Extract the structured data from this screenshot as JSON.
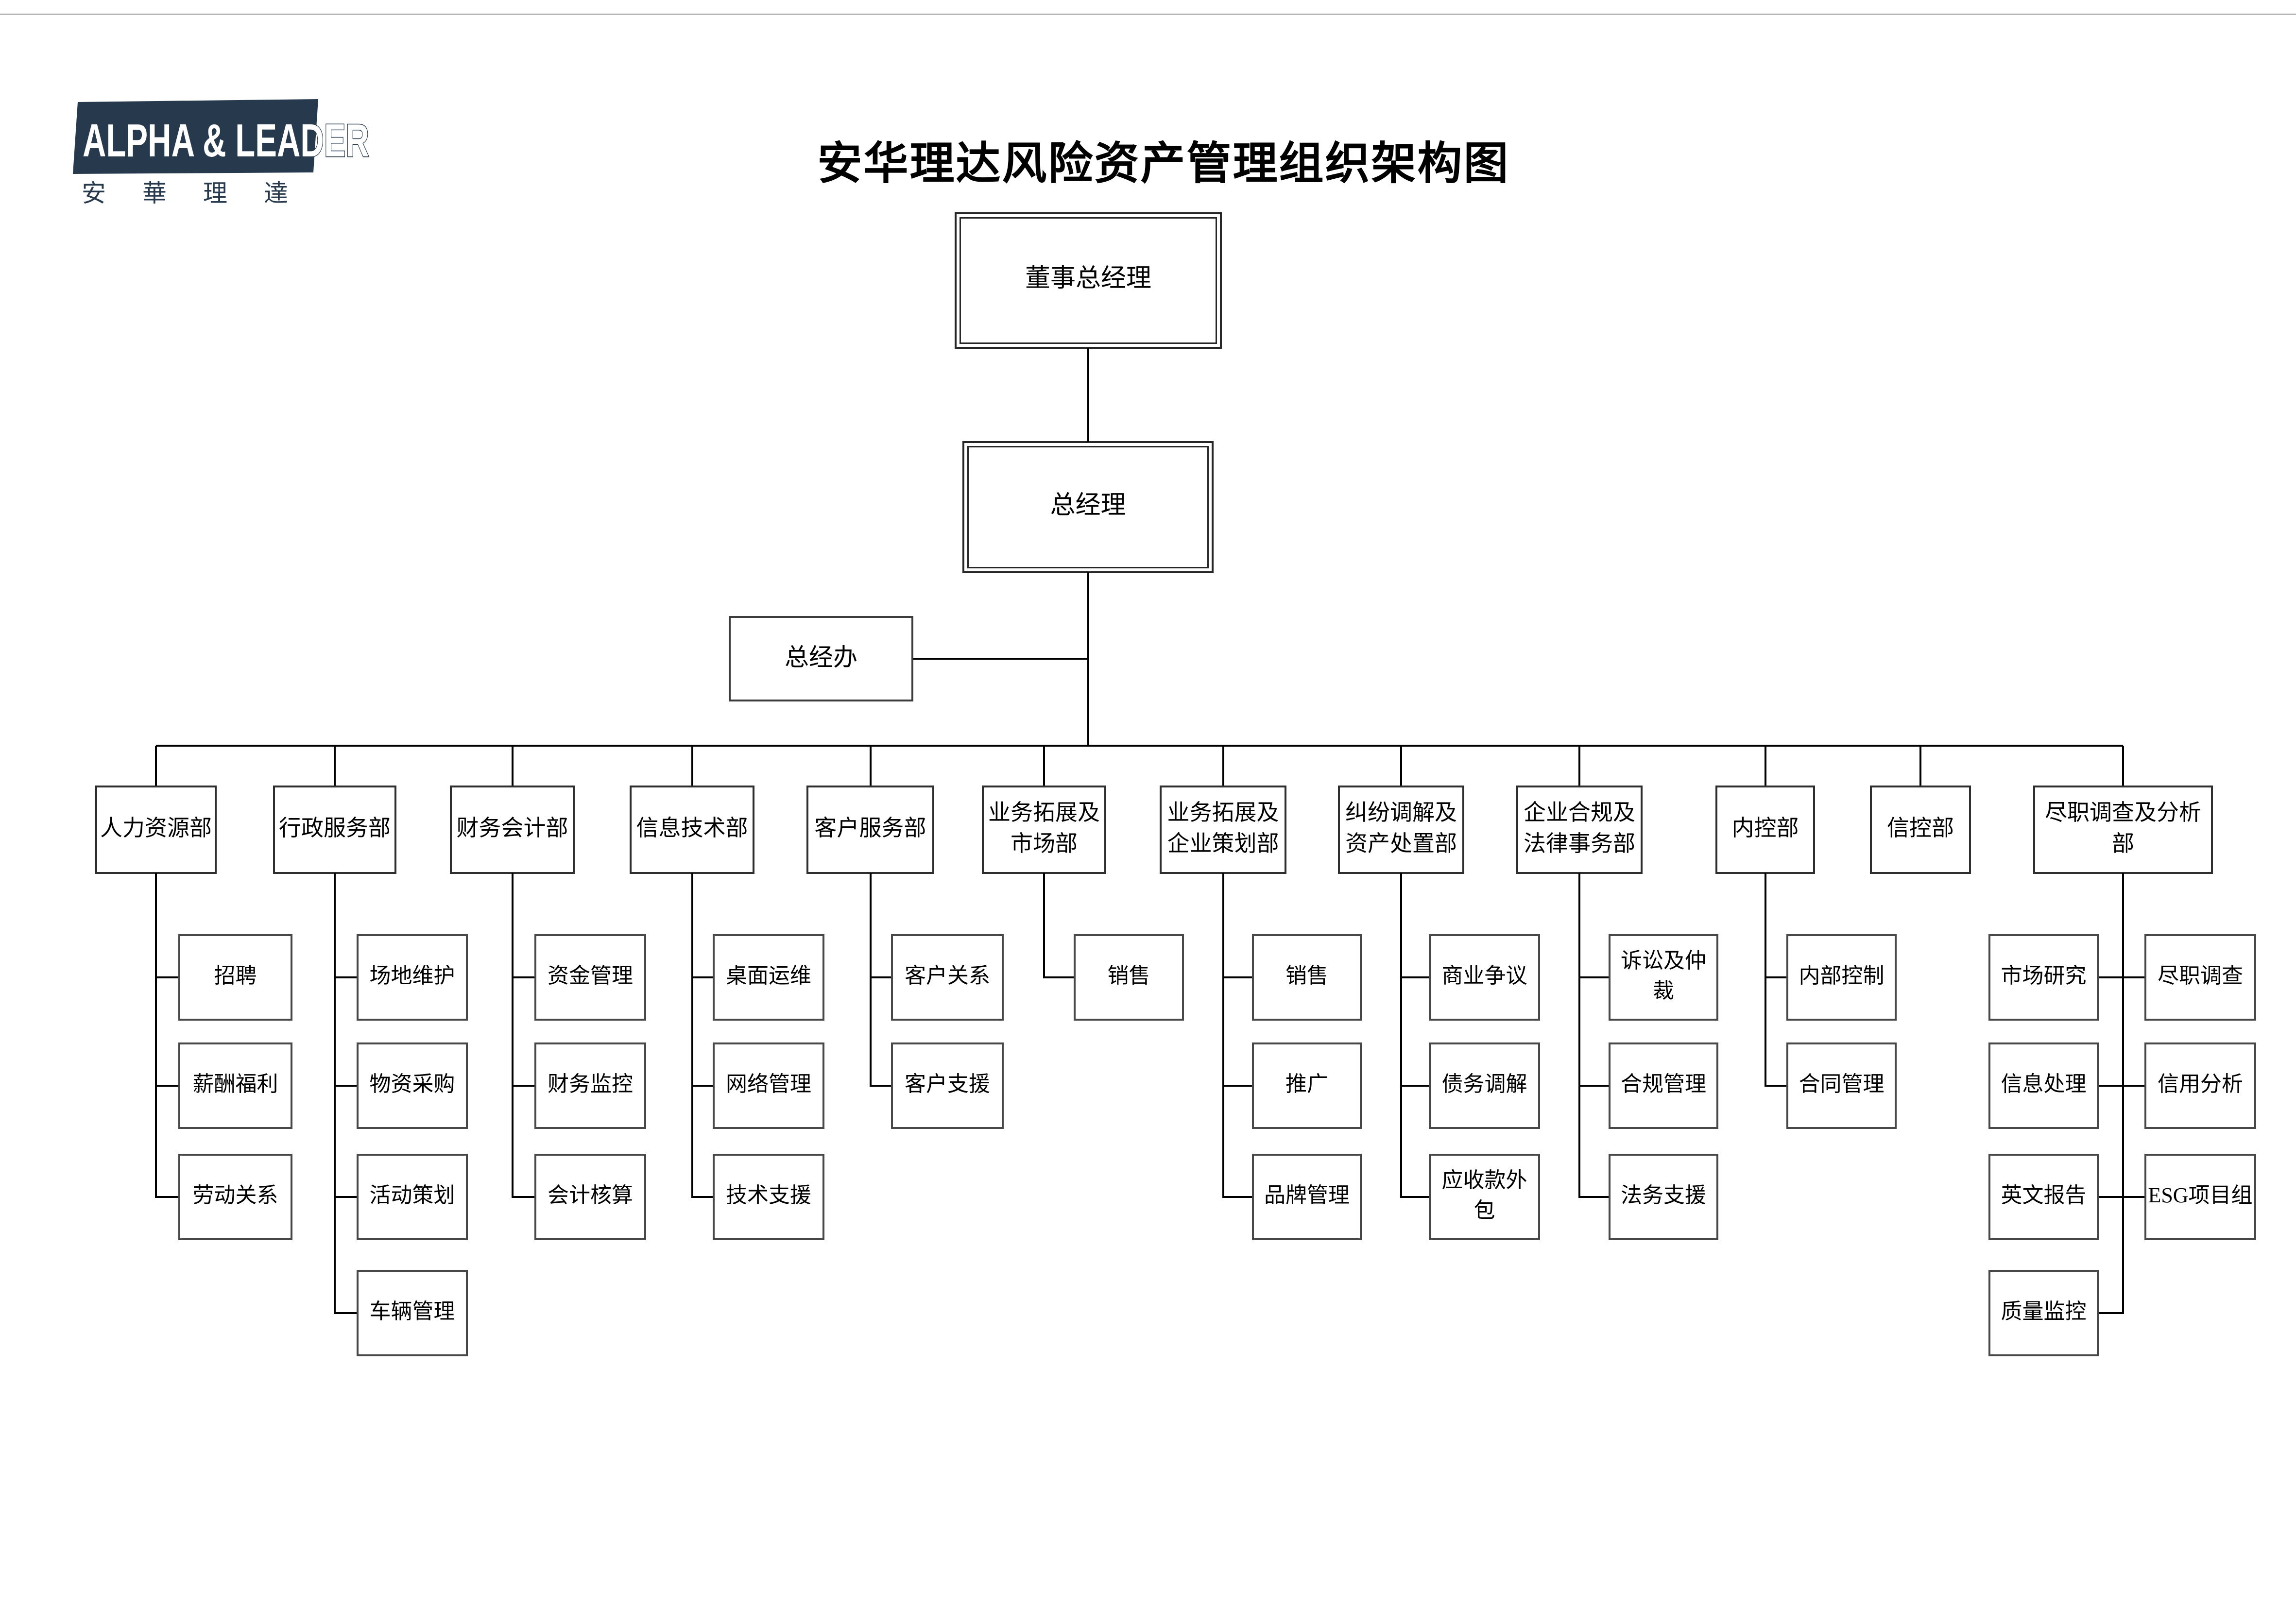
{
  "title": "安华理达风险资产管理组织架构图",
  "logo": {
    "latin": "ALPHA & LEADER",
    "cjk": "安華理達",
    "navy": "#273a4d"
  },
  "colors": {
    "line": "#000000",
    "box_border": "#2e2e2e",
    "page_top_border": "#b5b5b5"
  },
  "org": {
    "root": "董事总经理",
    "general_manager": "总经理",
    "gm_office": "总经办",
    "departments": [
      {
        "label": "人力资源部",
        "children": [
          "招聘",
          "薪酬福利",
          "劳动关系"
        ]
      },
      {
        "label": "行政服务部",
        "children": [
          "场地维护",
          "物资采购",
          "活动策划",
          "车辆管理"
        ]
      },
      {
        "label": "财务会计部",
        "children": [
          "资金管理",
          "财务监控",
          "会计核算"
        ]
      },
      {
        "label": "信息技术部",
        "children": [
          "桌面运维",
          "网络管理",
          "技术支援"
        ]
      },
      {
        "label": "客户服务部",
        "children": [
          "客户关系",
          "客户支援"
        ]
      },
      {
        "label": "业务拓展及\n市场部",
        "children": [
          "销售"
        ]
      },
      {
        "label": "业务拓展及\n企业策划部",
        "children": [
          "销售",
          "推广",
          "品牌管理"
        ]
      },
      {
        "label": "纠纷调解及\n资产处置部",
        "children": [
          "商业争议",
          "债务调解",
          "应收款外\n包"
        ]
      },
      {
        "label": "企业合规及\n法律事务部",
        "children": [
          "诉讼及仲\n裁",
          "合规管理",
          "法务支援"
        ]
      },
      {
        "label": "内控部",
        "children": [
          "内部控制",
          "合同管理"
        ]
      },
      {
        "label": "信控部",
        "children": []
      },
      {
        "label": "尽职调查及分析\n部",
        "children_left": [
          "市场研究",
          "信息处理",
          "英文报告",
          "质量监控"
        ],
        "children_right": [
          "尽职调查",
          "信用分析",
          "ESG项目组"
        ]
      }
    ]
  }
}
